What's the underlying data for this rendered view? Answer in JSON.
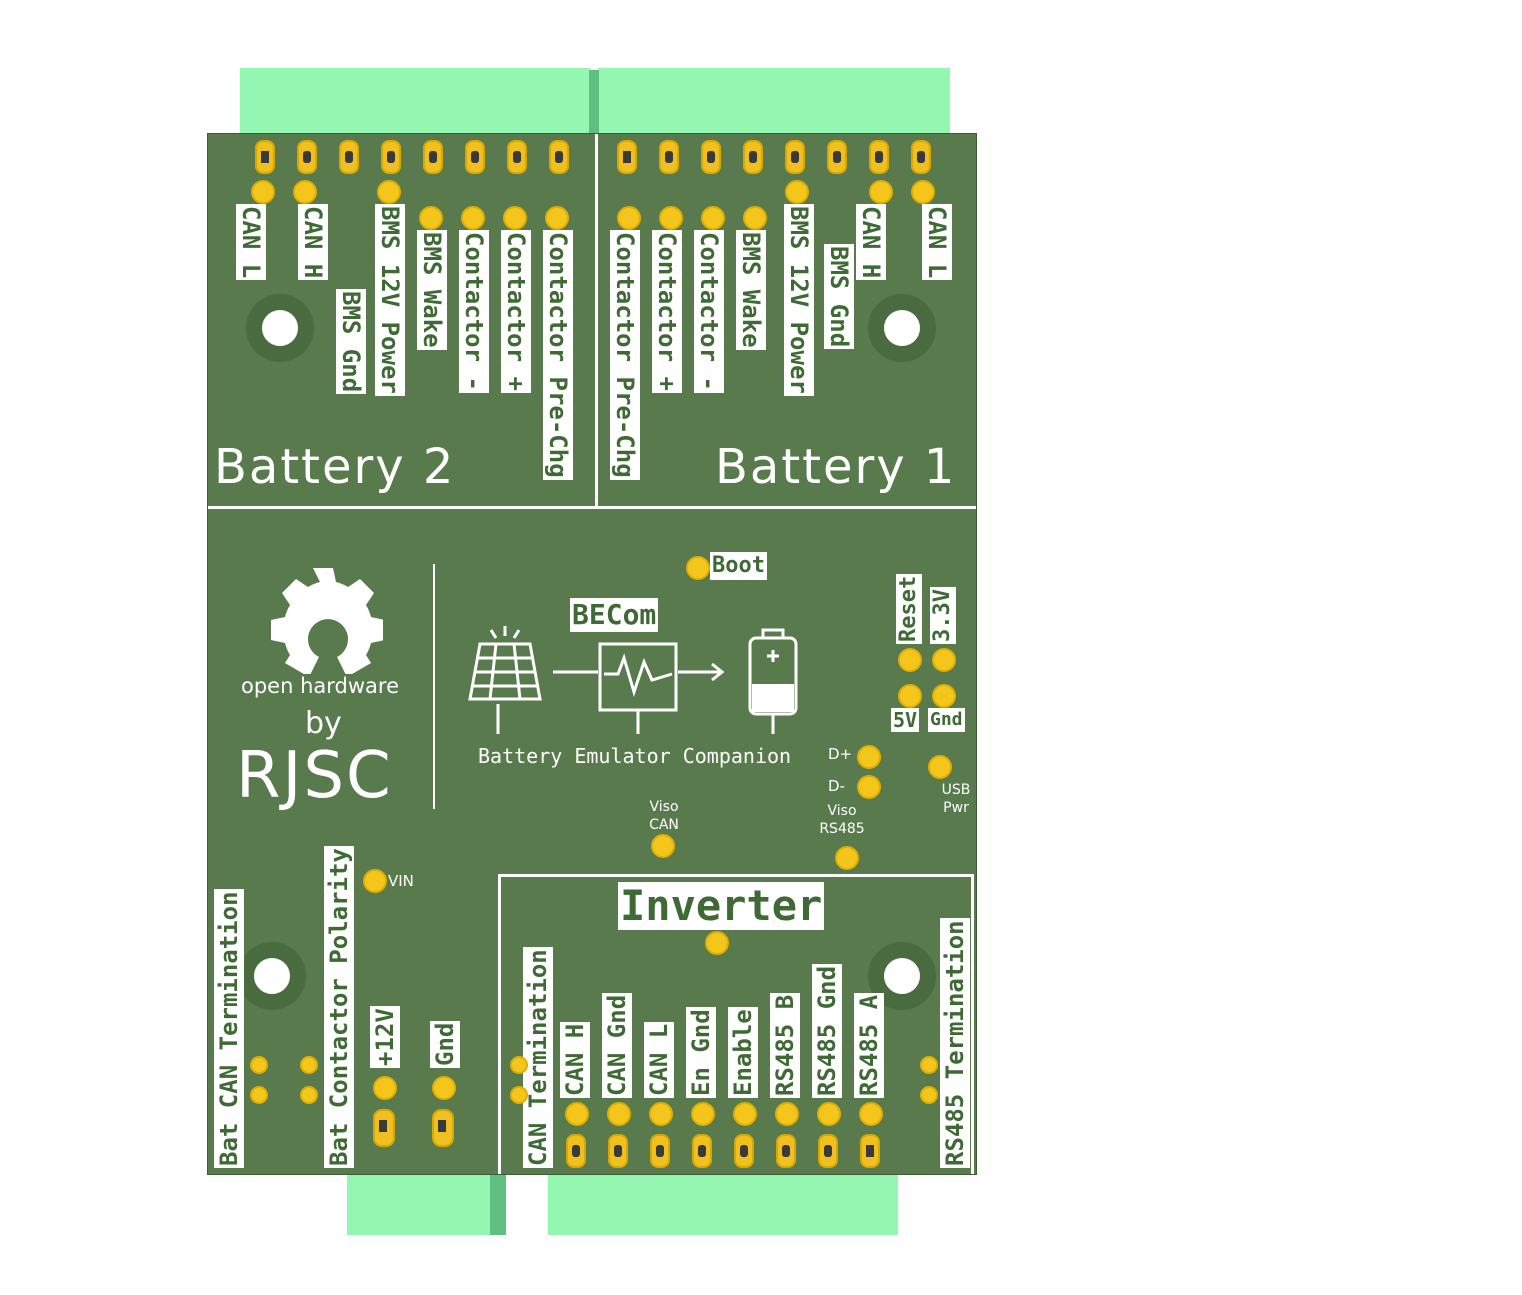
{
  "battery2": {
    "title": "Battery 2",
    "labels": [
      "CAN L",
      "CAN H",
      "BMS Gnd",
      "BMS 12V Power",
      "BMS Wake",
      "Contactor -",
      "Contactor +",
      "Contactor Pre-Chg"
    ]
  },
  "battery1": {
    "title": "Battery 1",
    "labels": [
      "Contactor Pre-Chg",
      "Contactor +",
      "Contactor -",
      "BMS Wake",
      "BMS 12V Power",
      "BMS Gnd",
      "CAN H",
      "CAN L"
    ]
  },
  "boot_label": "Boot",
  "becom_label": "BECom",
  "becom_subtitle": "Battery Emulator Companion",
  "oshw_text": "open hardware",
  "by_text": "by",
  "rjsc_text": "RJSC",
  "reset_label": "Reset",
  "v33_label": "3.3V",
  "v5_label": "5V",
  "gnd_small_label": "Gnd",
  "dplus_label": "D+",
  "dminus_label": "D-",
  "usb_pwr_label": "USB Pwr",
  "viso_can_label": "Viso CAN",
  "viso_rs485_label": "Viso RS485",
  "vin_label": "VIN",
  "inverter": {
    "title": "Inverter",
    "labels": [
      "CAN Termination",
      "CAN H",
      "CAN Gnd",
      "CAN L",
      "En Gnd",
      "Enable",
      "RS485 B",
      "RS485 Gnd",
      "RS485 A",
      "RS485 Termination"
    ]
  },
  "power": {
    "bat_can_term": "Bat CAN Termination",
    "bat_contactor_polarity": "Bat Contactor Polarity",
    "plus12v": "+12V",
    "gnd": "Gnd"
  },
  "colors": {
    "board": "#587a4c",
    "connector": "#93f7b2",
    "pad": "#f0c020",
    "silkscreen": "#ffffff"
  }
}
